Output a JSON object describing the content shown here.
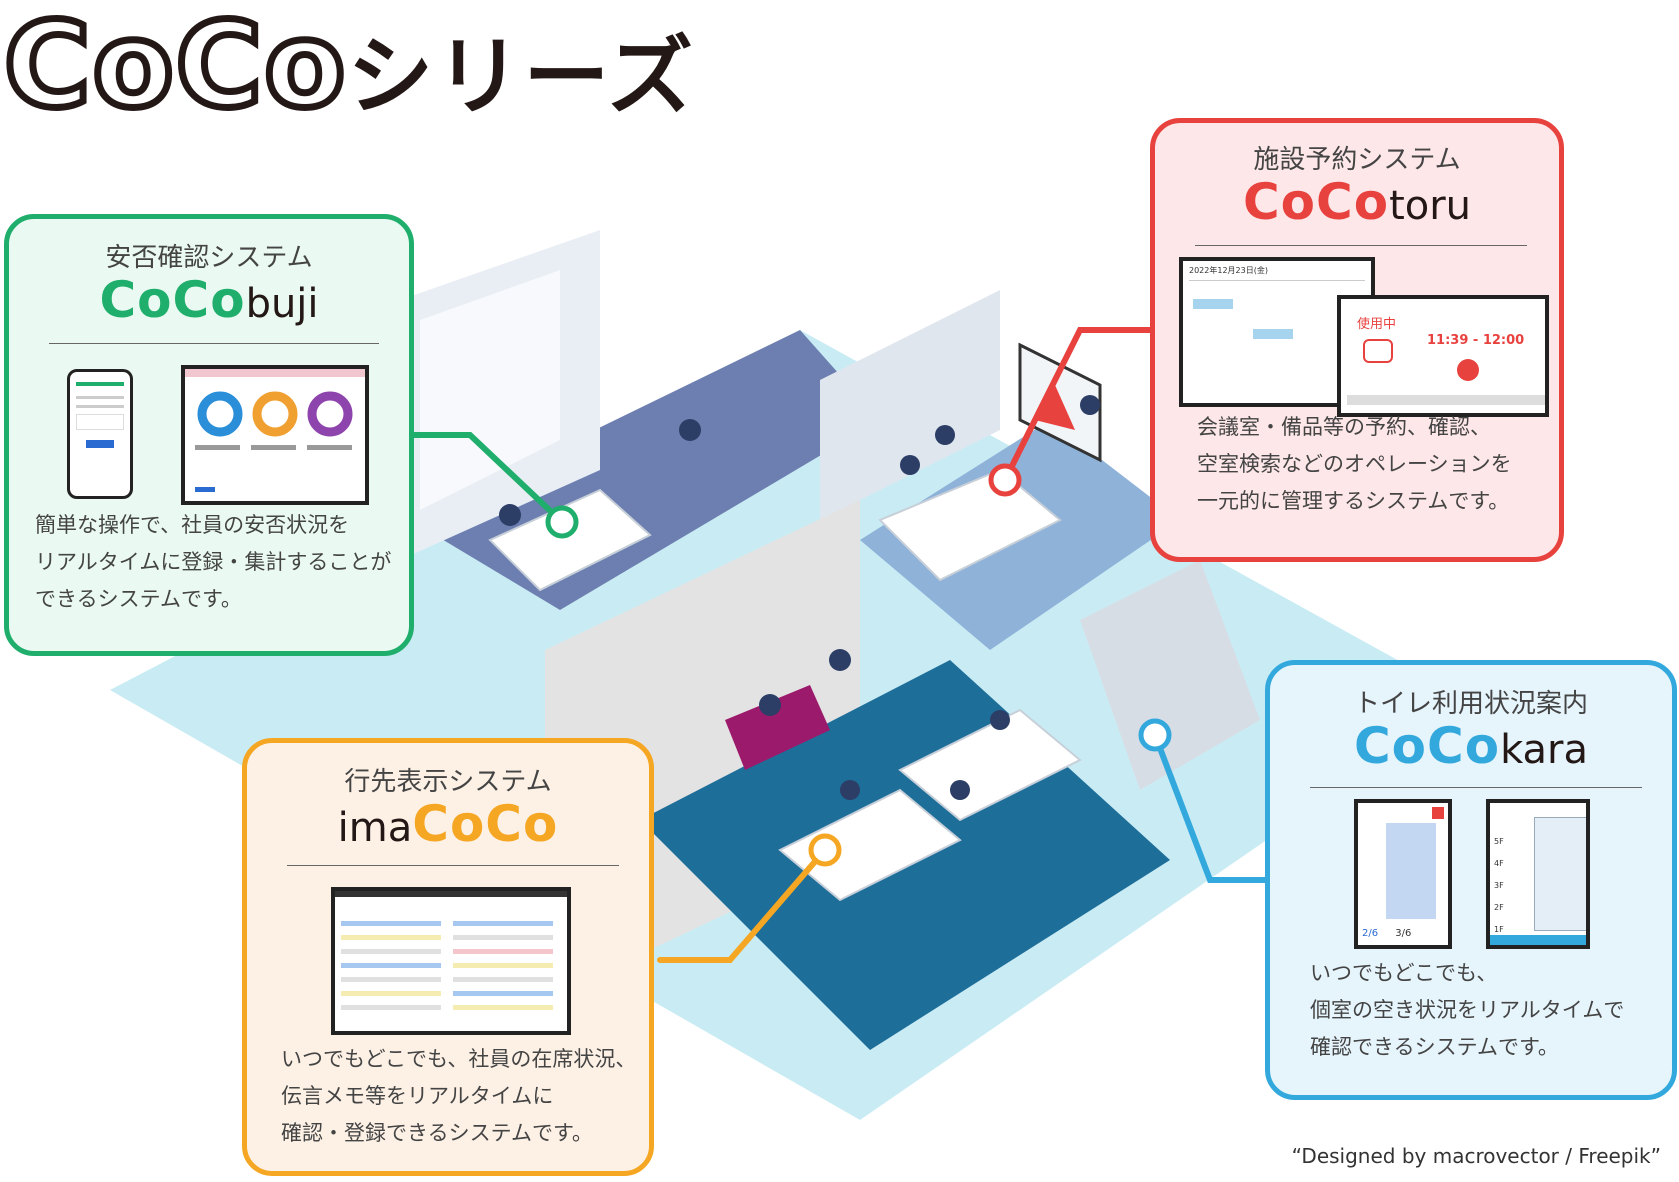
{
  "header": {
    "logo_coco": "CoCo",
    "logo_suffix": "シリーズ"
  },
  "colors": {
    "buji": "#1fae6b",
    "toru": "#e8423f",
    "imacoco": "#f5a623",
    "kara": "#33a8dd"
  },
  "cards": {
    "buji": {
      "title": "安否確認システム",
      "brand_coco": "CoCo",
      "brand_suffix": "buji",
      "desc": [
        "簡単な操作で、社員の安否状況を",
        "リアルタイムに登録・集計することが",
        "できるシステムです。"
      ]
    },
    "toru": {
      "title": "施設予約システム",
      "brand_coco": "CoCo",
      "brand_suffix": "toru",
      "desc": [
        "会議室・備品等の予約、確認、",
        "空室検索などのオペレーションを",
        "一元的に管理するシステムです。"
      ],
      "screen_date": "2022年12月23日(金)",
      "status": "使用中",
      "time": "11:39 - 12:00"
    },
    "imacoco": {
      "title": "行先表示システム",
      "brand_prefix": "ima",
      "brand_coco": "CoCo",
      "desc": [
        "いつでもどこでも、社員の在席状況、",
        "伝言メモ等をリアルタイムに",
        "確認・登録できるシステムです。"
      ]
    },
    "kara": {
      "title": "トイレ利用状況案内",
      "brand_coco": "CoCo",
      "brand_suffix": "kara",
      "desc": [
        "いつでもどこでも、",
        "個室の空き状況をリアルタイムで",
        "確認できるシステムです。"
      ],
      "floors": [
        "5F",
        "4F",
        "3F",
        "2F",
        "1F"
      ],
      "count_a": "2/6",
      "count_b": "3/6"
    }
  },
  "credit": "“Designed by macrovector / Freepik”"
}
